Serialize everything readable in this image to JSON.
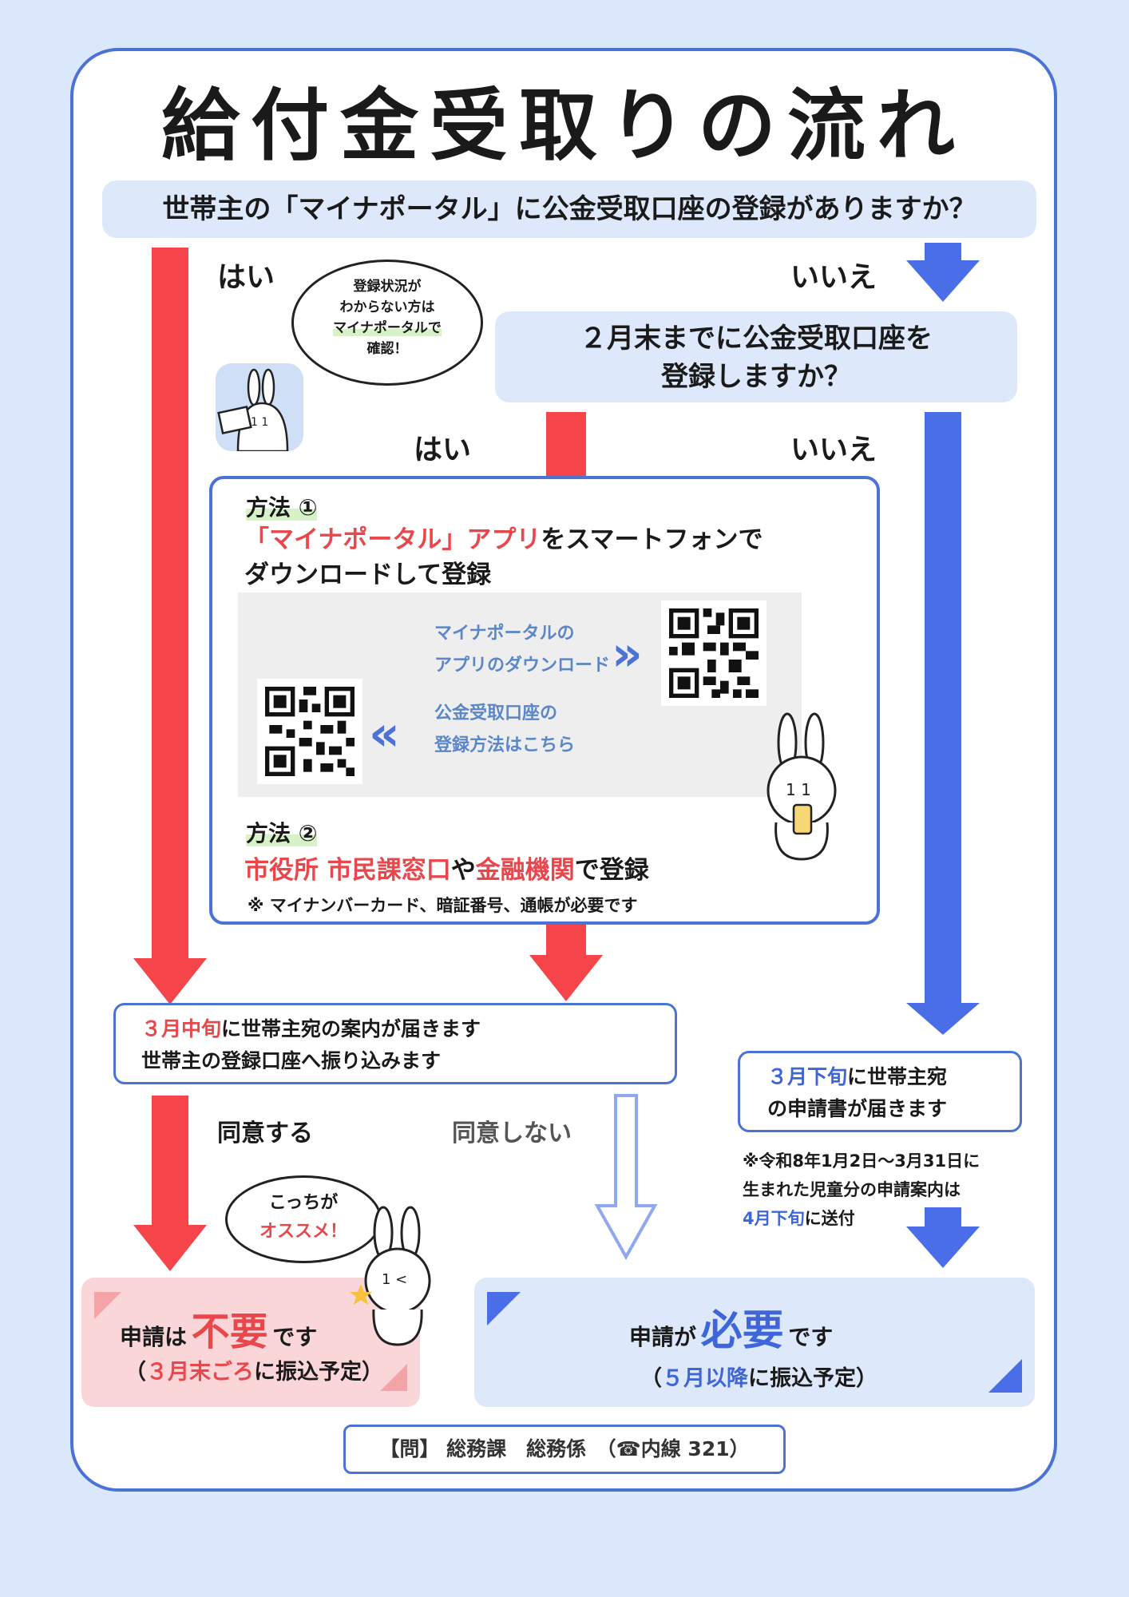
{
  "title": "給付金受取りの流れ",
  "question1": {
    "dotted": "世帯主",
    "rest": "の「マイナポータル」に公金受取口座の登録がありますか？"
  },
  "labels": {
    "yes1": "はい",
    "no1": "いいえ",
    "yes2": "はい",
    "no2": "いいえ",
    "agree": "同意する",
    "disagree": "同意しない"
  },
  "bubble": {
    "line1": "登録状況が",
    "line2": "わからない方は",
    "line3": "マイナポータルで",
    "line4": "確認！"
  },
  "question2": {
    "line1": "２月末までに公金受取口座を",
    "line2": "登録しますか？"
  },
  "method1": {
    "label": "方法 ①",
    "highlight": "「マイナポータル」アプリ",
    "text_rest": "をスマートフォンで",
    "line2": "ダウンロードして登録",
    "qr1_line1": "マイナポータルの",
    "qr1_line2": "アプリのダウンロード",
    "qr2_line1": "公金受取口座の",
    "qr2_line2": "登録方法はこちら"
  },
  "method2": {
    "label": "方法 ②",
    "part1": "市役所 市民課窓口",
    "part2": "や",
    "part3": "金融機関",
    "part4": "で登録",
    "note": "※ マイナンバーカード、暗証番号、通帳が必要です"
  },
  "result1": {
    "highlight": "３月中旬",
    "line1_rest": "に世帯主宛の案内が届きます",
    "line2": "世帯主の登録口座へ振り込みます"
  },
  "result2": {
    "highlight": "３月下旬",
    "line1_rest": "に世帯主宛",
    "line2": "の申請書が届きます"
  },
  "note": {
    "line1": "※令和8年1月2日～3月31日に",
    "line2": "生まれた児童分の申請案内は",
    "highlight": "4月下旬",
    "line3_rest": "に送付"
  },
  "bubble2": {
    "line1": "こっちが",
    "line2": "オススメ！"
  },
  "not_required": {
    "prefix": "申請は",
    "emph": "不要",
    "suffix": "です",
    "sub_open": "（",
    "sub_highlight": "３月末ごろ",
    "sub_rest": "に振込予定）"
  },
  "required": {
    "prefix": "申請が",
    "emph": "必要",
    "suffix": "です",
    "sub_open": "（",
    "sub_highlight": "５月以降",
    "sub_rest": "に振込予定）"
  },
  "contact": "【問】 総務課　総務係　（☎内線 321）",
  "colors": {
    "red": "#f5454a",
    "blue": "#4a6ee8",
    "frame": "#4b73d6",
    "background": "#dbe7fb"
  }
}
